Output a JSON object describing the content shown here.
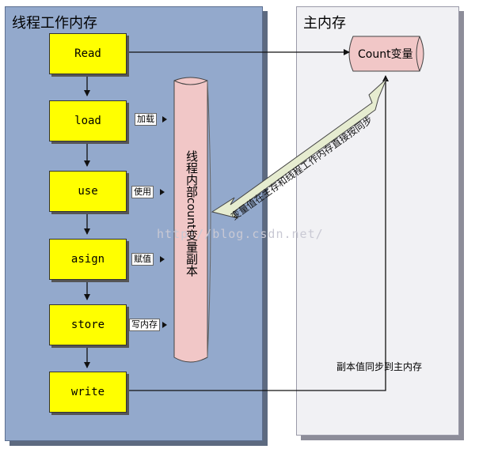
{
  "panels": {
    "thread_memory_title": "线程工作内存",
    "main_memory_title": "主内存"
  },
  "operations": [
    {
      "label": "Read"
    },
    {
      "label": "load",
      "tag": "加载"
    },
    {
      "label": "use",
      "tag": "使用"
    },
    {
      "label": "asign",
      "tag": "赋值"
    },
    {
      "label": "store",
      "tag": "写内存"
    },
    {
      "label": "write"
    }
  ],
  "copy_label": {
    "part1": "线程内部",
    "part2": "count",
    "part3": "变量副本"
  },
  "count_variable": "Count变量",
  "sync_label": "副本值同步到主内存",
  "diagonal_label": "变量值在主存和线程工作内存直接按同步",
  "watermark": "http://blog.csdn.net/",
  "colors": {
    "thread_panel": "#93a9cc",
    "main_panel": "#f1f1f4",
    "op_box": "#ffff00",
    "copy_cylinder": "#f1c7c7",
    "count_cylinder": "#f1c7c7",
    "diag_arrow": "#e6ecd0"
  }
}
